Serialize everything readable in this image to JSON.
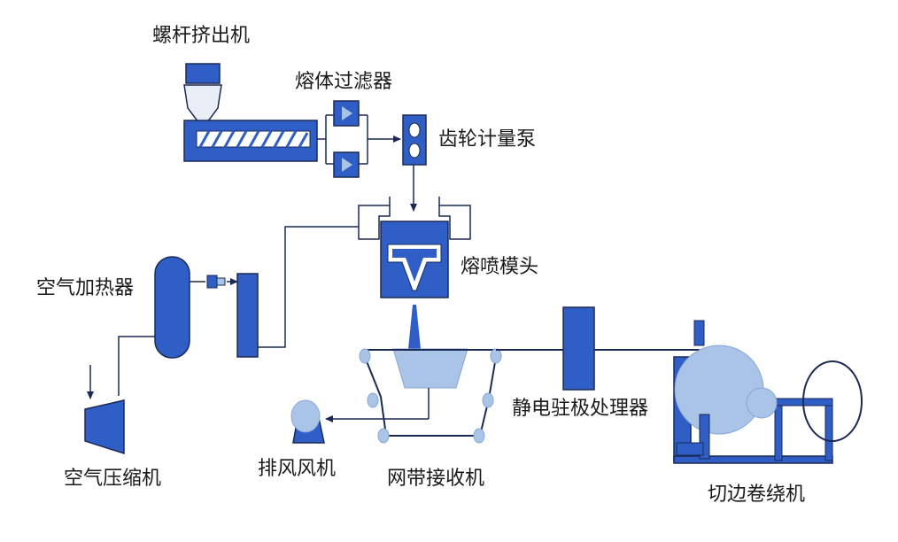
{
  "colors": {
    "equipment_fill": "#2f5fc6",
    "equipment_dark": "#24489a",
    "equipment_light": "#aac4e8",
    "line": "#1b2a55",
    "text": "#1a1a1a"
  },
  "labels": {
    "screw_extruder": "螺杆挤出机",
    "melt_filter": "熔体过滤器",
    "gear_metering_pump": "齿轮计量泵",
    "meltblown_die": "熔喷模头",
    "air_heater": "空气加热器",
    "air_compressor": "空气压缩机",
    "exhaust_fan": "排风风机",
    "mesh_belt_receiver": "网带接收机",
    "electret_processor": "静电驻极处理器",
    "slitting_winder": "切边卷绕机"
  }
}
